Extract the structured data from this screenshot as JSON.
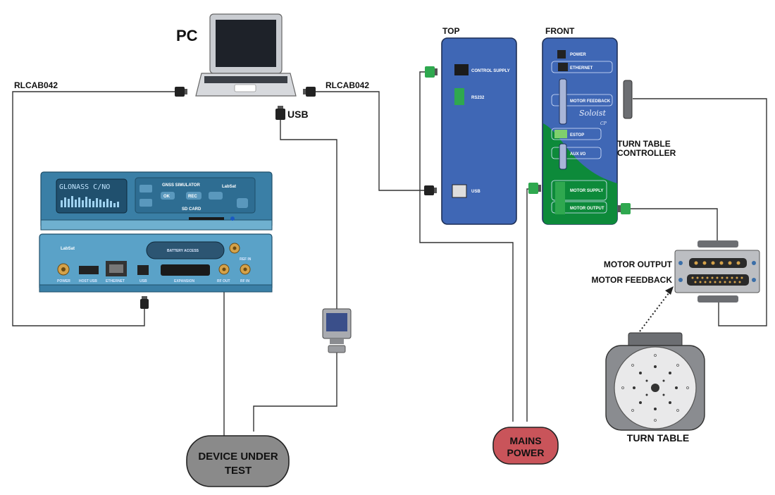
{
  "labels": {
    "pc": "PC",
    "usb": "USB",
    "cable_left": "RLCAB042",
    "cable_right": "RLCAB042",
    "top": "TOP",
    "front": "FRONT",
    "controller": [
      "TURN TABLE",
      "CONTROLLER"
    ],
    "motor_output": "MOTOR OUTPUT",
    "motor_feedback": "MOTOR FEEDBACK",
    "turn_table": "TURN TABLE",
    "dut": [
      "DEVICE UNDER",
      "TEST"
    ],
    "mains": [
      "MAINS",
      "POWER"
    ]
  },
  "simulator": {
    "lcd_text": "GLONASS C/NO",
    "title": "GNSS SIMULATOR",
    "brand": "LabSat",
    "sd_card": "SD CARD",
    "buttons": {
      "ok": "OK",
      "rec": "REC"
    },
    "rear_brand": "LabSat",
    "battery": "BATTERY ACCESS",
    "ports": [
      "POWER",
      "HOST USB",
      "ETHERNET",
      "USB",
      "EXPANSION",
      "RF OUT",
      "RF IN",
      "REF IN"
    ]
  },
  "controller_top": {
    "ports": [
      "CONTROL SUPPLY",
      "RS232",
      "USB"
    ]
  },
  "controller_front": {
    "ports": [
      "POWER",
      "ETHERNET",
      "MOTOR FEEDBACK",
      "ESTOP",
      "AUX I/O",
      "MOTOR SUPPLY",
      "MOTOR OUTPUT"
    ],
    "logo": "Soloist",
    "logo_sub": "CP"
  },
  "colors": {
    "panel_blue": "#3f67b5",
    "panel_green": "#0d8a3a",
    "mains_fill": "#c9545a",
    "dut_fill": "#8a8a8a",
    "simulator_body": "#3a7fa6"
  }
}
